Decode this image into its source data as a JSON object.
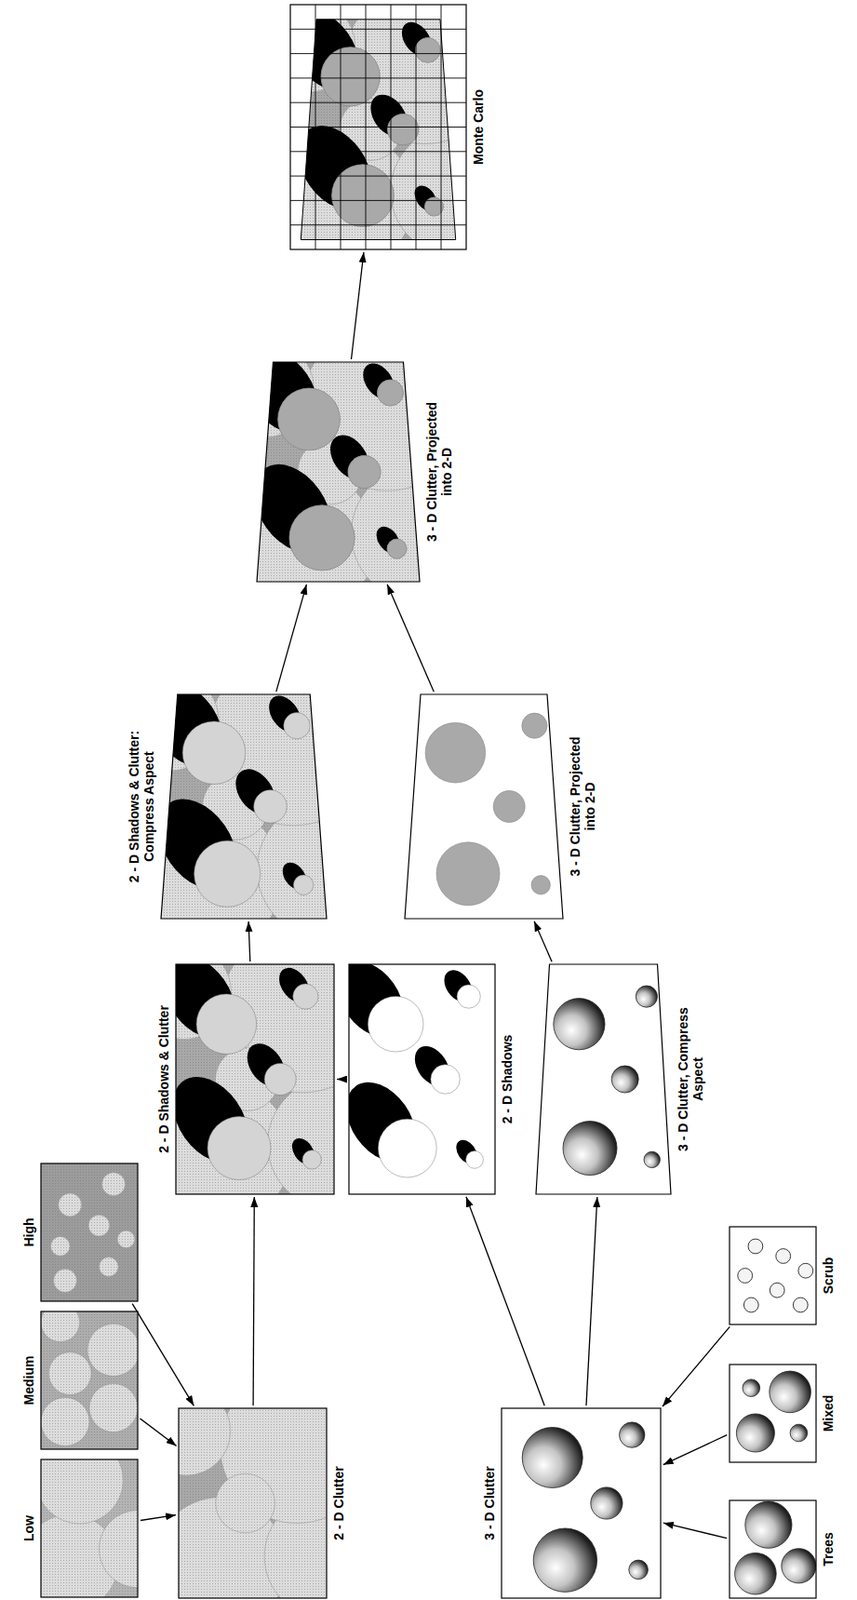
{
  "diagram": {
    "nodes": [
      {
        "text": [
          "Low"
        ]
      },
      {
        "text": [
          "Medium"
        ]
      },
      {
        "text": [
          "High"
        ]
      },
      {
        "text": [
          "2 - D Clutter"
        ]
      },
      {
        "text": [
          "2 - D Shadows & Clutter"
        ]
      },
      {
        "text": [
          "2 - D Shadows & Clutter: Compress Aspect"
        ]
      },
      {
        "text": [
          "3 - D Clutter, Projected into 2-D"
        ]
      },
      {
        "text": [
          "Monte Carlo"
        ]
      },
      {
        "text": [
          "2 - D Shadows"
        ]
      },
      {
        "text": [
          "3 - D Clutter"
        ]
      },
      {
        "text": [
          "3 - D Clutter, Compress Aspect"
        ]
      },
      {
        "text": [
          "3 - D Clutter, Projected into 2-D"
        ]
      },
      {
        "text": [
          "Trees"
        ]
      },
      {
        "text": [
          "Mixed"
        ]
      },
      {
        "text": [
          "Scrub"
        ]
      }
    ],
    "edges": [
      {
        "from": 0,
        "to": 3,
        "arrow": "to"
      },
      {
        "from": 1,
        "to": 3,
        "arrow": "to"
      },
      {
        "from": 2,
        "to": 3,
        "arrow": "to"
      },
      {
        "from": 3,
        "to": 4,
        "arrow": "to"
      },
      {
        "from": 8,
        "to": 4,
        "arrow": "to"
      },
      {
        "from": 4,
        "to": 5,
        "arrow": "to"
      },
      {
        "from": 5,
        "to": 6,
        "arrow": "to"
      },
      {
        "from": 6,
        "to": 7,
        "arrow": "to"
      },
      {
        "from": 9,
        "to": 8,
        "arrow": "to"
      },
      {
        "from": 9,
        "to": 10,
        "arrow": "to"
      },
      {
        "from": 10,
        "to": 11,
        "arrow": "to"
      },
      {
        "from": 11,
        "to": 6,
        "arrow": "to"
      },
      {
        "from": 12,
        "to": 9,
        "arrow": "to"
      },
      {
        "from": 13,
        "to": 9,
        "arrow": "to"
      },
      {
        "from": 14,
        "to": 9,
        "arrow": "to"
      }
    ]
  }
}
